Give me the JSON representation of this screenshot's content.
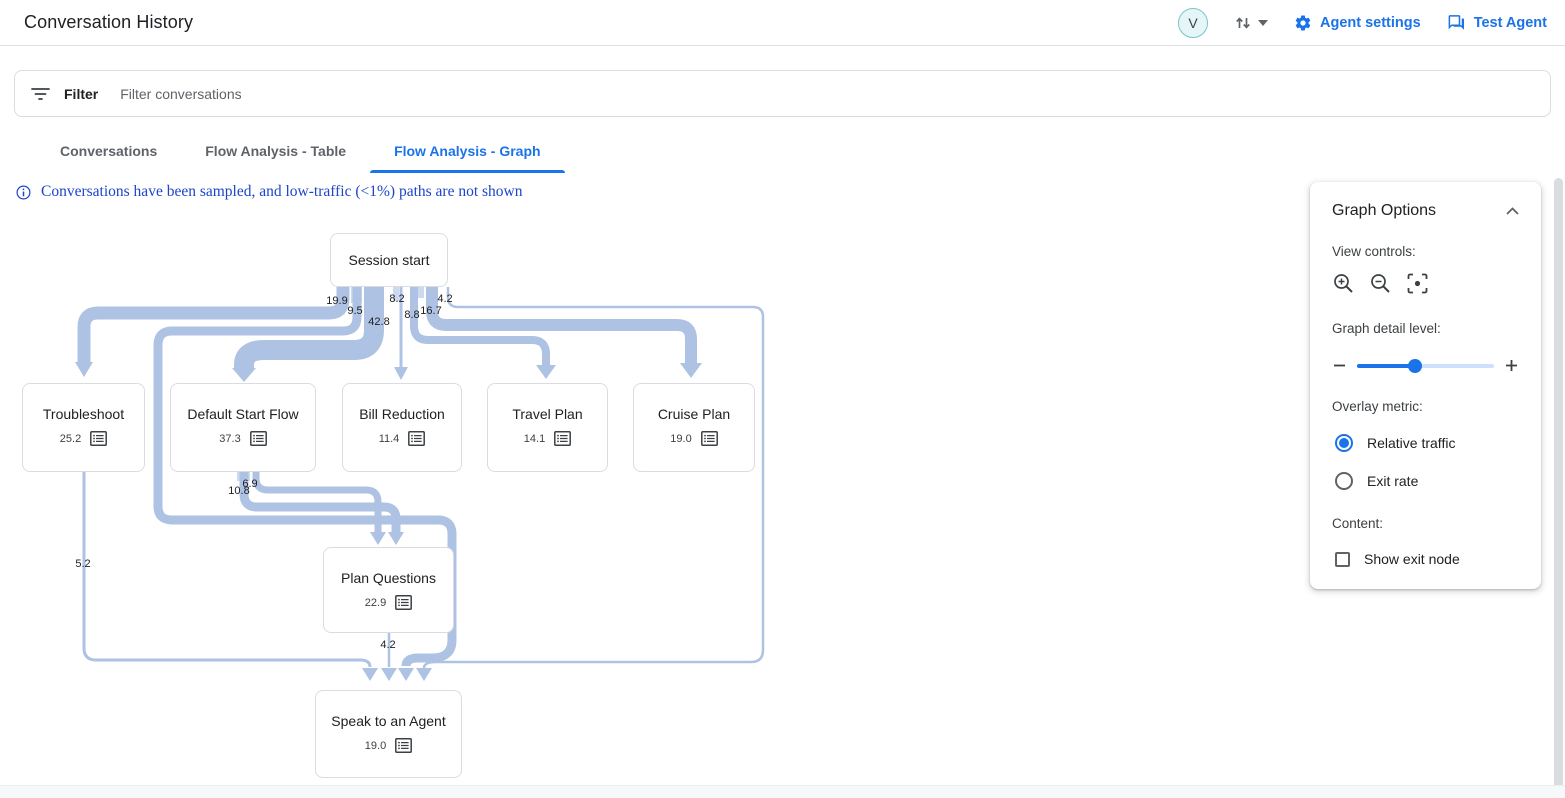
{
  "header": {
    "title": "Conversation History",
    "avatar_letter": "V",
    "agent_settings_label": "Agent settings",
    "test_agent_label": "Test Agent"
  },
  "filter": {
    "label": "Filter",
    "placeholder": "Filter conversations"
  },
  "tabs": [
    {
      "label": "Conversations",
      "active": false
    },
    {
      "label": "Flow Analysis - Table",
      "active": false
    },
    {
      "label": "Flow Analysis - Graph",
      "active": true
    }
  ],
  "notice_text": "Conversations have been sampled, and low-traffic (<1%) paths are not shown",
  "graph_options": {
    "title": "Graph Options",
    "view_controls_label": "View controls:",
    "detail_label": "Graph detail level:",
    "detail_level_percent": 42,
    "overlay_label": "Overlay metric:",
    "overlay_options": [
      {
        "label": "Relative traffic",
        "selected": true
      },
      {
        "label": "Exit rate",
        "selected": false
      }
    ],
    "content_label": "Content:",
    "show_exit_node_label": "Show exit node",
    "show_exit_node_checked": false,
    "accent_color": "#1a73e8"
  },
  "chart_data": {
    "type": "flow-graph",
    "overlay_metric": "Relative traffic",
    "band_color": "#aec2e4",
    "nodes": [
      {
        "label": "Session start",
        "value": ""
      },
      {
        "label": "Troubleshoot",
        "value": "25.2"
      },
      {
        "label": "Default Start Flow",
        "value": "37.3"
      },
      {
        "label": "Bill Reduction",
        "value": "11.4"
      },
      {
        "label": "Travel Plan",
        "value": "14.1"
      },
      {
        "label": "Cruise Plan",
        "value": "19.0"
      },
      {
        "label": "Plan Questions",
        "value": "22.9"
      },
      {
        "label": "Speak to an Agent",
        "value": "19.0"
      }
    ],
    "edges": [
      {
        "from": "Session start",
        "to": "Troubleshoot",
        "value": "19.9"
      },
      {
        "from": "Session start",
        "to": "Speak to an Agent",
        "value": "9.5"
      },
      {
        "from": "Session start",
        "to": "Default Start Flow",
        "value": "42.8"
      },
      {
        "from": "Session start",
        "to": "Bill Reduction",
        "value": "8.2"
      },
      {
        "from": "Session start",
        "to": "Travel Plan",
        "value": "8.8"
      },
      {
        "from": "Session start",
        "to": "Cruise Plan",
        "value": "16.7"
      },
      {
        "from": "Session start",
        "to": "Speak to an Agent",
        "value": "4.2"
      },
      {
        "from": "Default Start Flow",
        "to": "Plan Questions",
        "value": "10.8"
      },
      {
        "from": "Default Start Flow",
        "to": "Plan Questions",
        "value": "6.9"
      },
      {
        "from": "Troubleshoot",
        "to": "Speak to an Agent",
        "value": "5.2"
      },
      {
        "from": "Plan Questions",
        "to": "Speak to an Agent",
        "value": "4.2"
      }
    ]
  }
}
